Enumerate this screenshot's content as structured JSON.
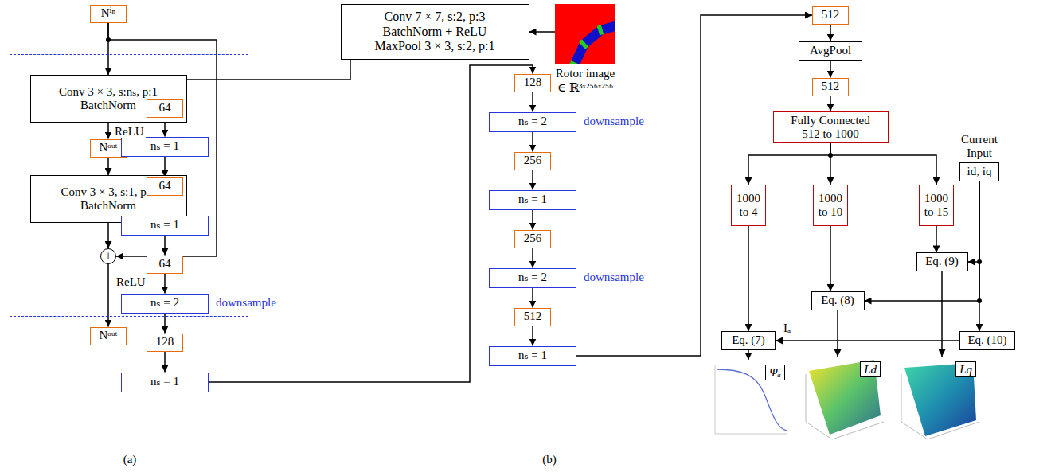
{
  "diagram": {
    "nodes": [
      {
        "text": [
          "Nⁱⁿ"
        ]
      },
      {
        "text": []
      },
      {
        "text": [
          "Conv 3 × 3, s:nₛ, p:1",
          "BatchNorm"
        ],
        "in": 1
      },
      {
        "text": [
          "Nᵒᵘᵗ"
        ],
        "in": 1
      },
      {
        "text": [
          "Conv 3 × 3, s:1, p:1",
          "BatchNorm"
        ],
        "in": 1
      },
      {
        "text": [
          "+"
        ],
        "in": 1
      },
      {
        "text": [
          "Nᵒᵘᵗ"
        ]
      },
      {
        "text": [
          "Conv 7 × 7, s:2, p:3",
          "BatchNorm + ReLU",
          "MaxPool 3 × 3, s:2, p:1"
        ]
      },
      {
        "text": [
          "Rotor image",
          "∈ ℝ³ˣ²⁵⁶ˣ²⁵⁶"
        ]
      },
      {
        "text": [
          "64"
        ]
      },
      {
        "text": [
          "nₛ = 1"
        ]
      },
      {
        "text": [
          "64"
        ]
      },
      {
        "text": [
          "nₛ = 1"
        ]
      },
      {
        "text": [
          "64"
        ]
      },
      {
        "text": [
          "nₛ = 2",
          "downsample"
        ]
      },
      {
        "text": [
          "128"
        ]
      },
      {
        "text": [
          "nₛ = 1"
        ]
      },
      {
        "text": [
          "128"
        ]
      },
      {
        "text": [
          "nₛ = 2",
          "downsample"
        ]
      },
      {
        "text": [
          "256"
        ]
      },
      {
        "text": [
          "nₛ = 1"
        ]
      },
      {
        "text": [
          "256"
        ]
      },
      {
        "text": [
          "nₛ = 2",
          "downsample"
        ]
      },
      {
        "text": [
          "512"
        ]
      },
      {
        "text": [
          "nₛ = 1"
        ]
      },
      {
        "text": [
          "512"
        ]
      },
      {
        "text": [
          "AvgPool"
        ]
      },
      {
        "text": [
          "512"
        ]
      },
      {
        "text": [
          "Fully Connected",
          "512 to 1000"
        ]
      },
      {
        "text": [
          "1000 to 4"
        ]
      },
      {
        "text": [
          "1000 to 10"
        ]
      },
      {
        "text": [
          "1000 to 15"
        ]
      },
      {
        "text": [
          "Current Input",
          "id, iq"
        ]
      },
      {
        "text": [
          "Eq. (9)"
        ]
      },
      {
        "text": [
          "Eq. (8)"
        ]
      },
      {
        "text": [
          "Eq. (10)"
        ]
      },
      {
        "text": [
          "Eq. (7)"
        ]
      },
      {
        "text": [
          "Ψₐ"
        ]
      },
      {
        "text": [
          "Ld"
        ]
      },
      {
        "text": [
          "Lq"
        ]
      }
    ],
    "edges": [
      {
        "from": 0,
        "to": 2,
        "arrow": "to"
      },
      {
        "from": 0,
        "to": 5,
        "arrow": "to"
      },
      {
        "from": 2,
        "to": 3,
        "arrow": "to",
        "label": "ReLU"
      },
      {
        "from": 3,
        "to": 4,
        "arrow": "to"
      },
      {
        "from": 4,
        "to": 5,
        "arrow": "to"
      },
      {
        "from": 5,
        "to": 6,
        "arrow": "to",
        "label": "ReLU"
      },
      {
        "from": 8,
        "to": 7,
        "arrow": "to"
      },
      {
        "from": 7,
        "to": 9,
        "arrow": "to"
      },
      {
        "from": 9,
        "to": 10,
        "arrow": "to"
      },
      {
        "from": 10,
        "to": 11,
        "arrow": "to"
      },
      {
        "from": 11,
        "to": 12,
        "arrow": "to"
      },
      {
        "from": 12,
        "to": 13,
        "arrow": "to"
      },
      {
        "from": 13,
        "to": 14,
        "arrow": "to"
      },
      {
        "from": 14,
        "to": 15,
        "arrow": "to"
      },
      {
        "from": 15,
        "to": 16,
        "arrow": "to"
      },
      {
        "from": 16,
        "to": 17,
        "arrow": "to"
      },
      {
        "from": 17,
        "to": 18,
        "arrow": "to"
      },
      {
        "from": 18,
        "to": 19,
        "arrow": "to"
      },
      {
        "from": 19,
        "to": 20,
        "arrow": "to"
      },
      {
        "from": 20,
        "to": 21,
        "arrow": "to"
      },
      {
        "from": 21,
        "to": 22,
        "arrow": "to"
      },
      {
        "from": 22,
        "to": 23,
        "arrow": "to"
      },
      {
        "from": 23,
        "to": 24,
        "arrow": "to"
      },
      {
        "from": 24,
        "to": 25,
        "arrow": "to"
      },
      {
        "from": 25,
        "to": 26,
        "arrow": "to"
      },
      {
        "from": 26,
        "to": 27,
        "arrow": "to"
      },
      {
        "from": 27,
        "to": 28,
        "arrow": "to"
      },
      {
        "from": 28,
        "to": 29,
        "arrow": "to"
      },
      {
        "from": 28,
        "to": 30,
        "arrow": "to"
      },
      {
        "from": 28,
        "to": 31,
        "arrow": "to"
      },
      {
        "from": 31,
        "to": 33,
        "arrow": "to"
      },
      {
        "from": 32,
        "to": 33,
        "arrow": "to"
      },
      {
        "from": 32,
        "to": 34,
        "arrow": "to"
      },
      {
        "from": 32,
        "to": 35,
        "arrow": "to"
      },
      {
        "from": 30,
        "to": 34,
        "arrow": "to"
      },
      {
        "from": 29,
        "to": 36,
        "arrow": "to"
      },
      {
        "from": 35,
        "to": 36,
        "arrow": "to",
        "label": "Iₐ"
      },
      {
        "from": 36,
        "to": 37,
        "arrow": "to"
      },
      {
        "from": 34,
        "to": 38,
        "arrow": "to"
      },
      {
        "from": 33,
        "to": 39,
        "arrow": "to"
      }
    ],
    "labels": [
      "(a)",
      "(b)"
    ]
  }
}
